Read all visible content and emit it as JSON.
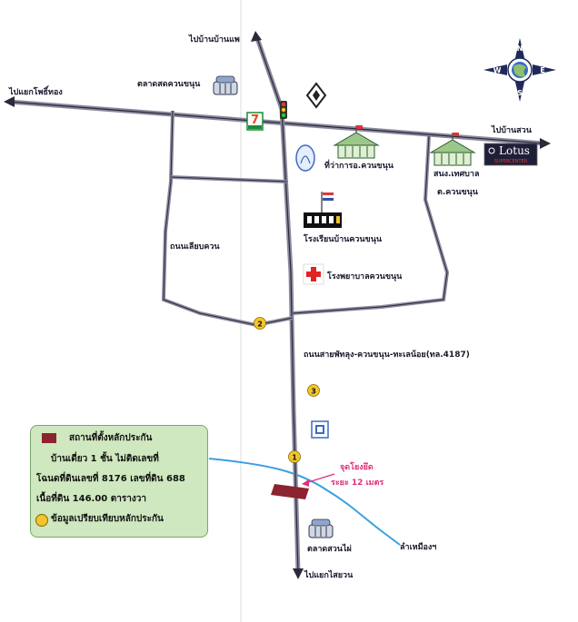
{
  "labels": {
    "to_ban_banphae": "ไปบ้านบ้านแพ",
    "to_yaek_phothong": "ไปแยกโพธิ์ทอง",
    "to_ban_suan": "ไปบ้านสวน",
    "to_yaek_saisuan": "ไปแยกไสยวน",
    "market_khuan_khanun": "ตลาดสดควนขนุน",
    "district_office": "ที่ว่าการอ.ควนขนุน",
    "municipality_line1": "สนง.เทศบาล",
    "municipality_line2": "ต.ควนขนุน",
    "school": "โรงเรียนบ้านควนขนุน",
    "hospital": "โรงพยาบาลควนขนุน",
    "road_lieb_khuan": "ถนนเลียบควน",
    "road_main": "ถนนสายพัทลุง-ควนขนุน-ทะเลน้อย(ทล.4187)",
    "market_suan_phai": "ตลาดสวนไผ่",
    "canal": "ลำเหมืองฯ",
    "reference_point": "จุดโยงยึด",
    "distance": "ระยะ 12 เมตร",
    "lotus_brand": "Lotus",
    "lotus_sub": "SUPERCENTER",
    "seven_eleven": "7"
  },
  "markers": [
    "1",
    "2",
    "3"
  ],
  "compass": {
    "n": "N",
    "s": "S",
    "e": "E",
    "w": "W"
  },
  "legend": {
    "property_location": "สถานที่ตั้งหลักประกัน",
    "line2": "บ้านเดี่ยว 1 ชั้น  ไม่ติดเลขที่",
    "line3": "โฉนดที่ดินเลขที่ 8176 เลขที่ดิน 688",
    "line4": "เนื้อที่ดิน 146.00 ตารางวา",
    "comparison": "ข้อมูลเปรียบเทียบหลักประกัน"
  },
  "colors": {
    "road": "#2a2a3a",
    "road_edge": "#8a8aa0",
    "canal": "#3aa0e0",
    "property": "#8b2430",
    "marker": "#f2c52a",
    "legend_bg": "#cfe8bf",
    "accent_pink": "#e0307a"
  }
}
